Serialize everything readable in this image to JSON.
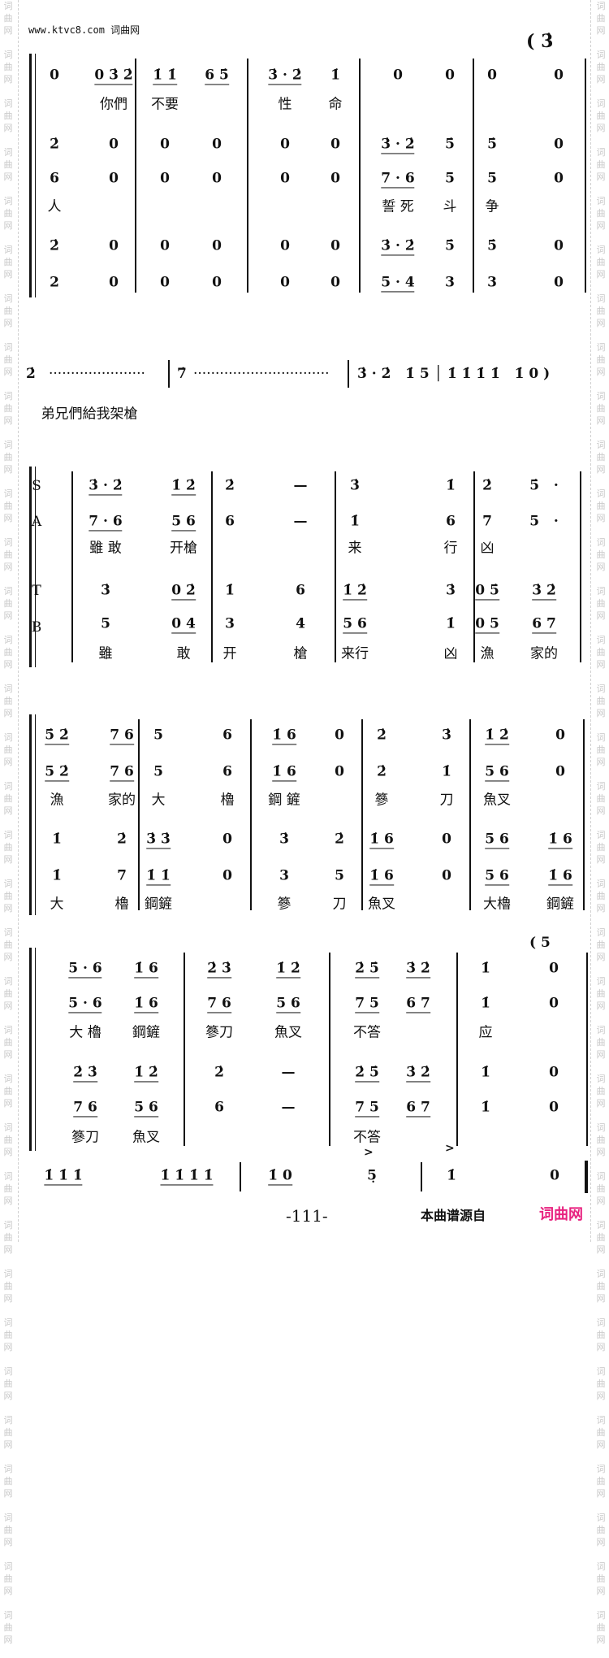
{
  "watermark": {
    "side_text": "词曲网",
    "site": "www.ktvc8.com 词曲网"
  },
  "system1": {
    "intro": "( 3̇",
    "rows": [
      [
        "0",
        "0 3̇ 2̇",
        "1̇ 1̇",
        "6 5̇",
        "3̇ · 2̇",
        "1̇",
        "0",
        "0",
        "0",
        "0"
      ],
      [
        "",
        "你們",
        "不要",
        "",
        "性",
        "命",
        "",
        "",
        "",
        ""
      ],
      [
        "2̇",
        "0",
        "0",
        "0",
        "0",
        "0",
        "3̇ · 2̇",
        "5̇",
        "5̇",
        "0"
      ],
      [
        "6",
        "0",
        "0",
        "0",
        "0",
        "0",
        "7 · 6",
        "5",
        "5",
        "0"
      ],
      [
        "人",
        "",
        "",
        "",
        "",
        "",
        "誓 死",
        "斗",
        "争",
        ""
      ],
      [
        "2̇",
        "0",
        "0",
        "0",
        "0",
        "0",
        "3̇ · 2̇",
        "5̇",
        "5̇",
        "0"
      ],
      [
        "2",
        "0",
        "0",
        "0",
        "0",
        "0",
        "5 · 4",
        "3",
        "3",
        "0"
      ]
    ]
  },
  "system2": {
    "note1": "2̇",
    "note2": "7̇",
    "dots1": "······················",
    "dots2": "·······························",
    "rest": "3̇ · 2̇   1̇ 5 │ 1̇ 1̇ 1̇ 1̇   1̇ 0 )",
    "lyric": "弟兄們給我架槍"
  },
  "system3": {
    "labels": [
      "S",
      "A",
      "T",
      "B"
    ],
    "rows": [
      [
        "3̇ · 2̇",
        "1̇ 2̇",
        "2̇",
        "—",
        "3̇",
        "1̇",
        "2̇",
        "5̇   ·"
      ],
      [
        "7 · 6",
        "5 6",
        "6",
        "—",
        "1̇",
        "6",
        "7",
        "5   ·"
      ],
      [
        "雖 敢",
        "开槍",
        "",
        "",
        "来",
        "行",
        "凶",
        ""
      ],
      [
        "3̇",
        "0 2̇",
        "1̇",
        "6",
        "1̇ 2̇",
        "3̇",
        "0 5̇",
        "3̇ 2̇"
      ],
      [
        "5",
        "0 4",
        "3",
        "4",
        "5 6",
        "1̇",
        "0 5",
        "6 7"
      ],
      [
        "雖",
        "敢",
        "开",
        "槍",
        "来行",
        "凶",
        "漁",
        "家的"
      ]
    ]
  },
  "system4": {
    "rows": [
      [
        "5̇ 2̇",
        "7 6",
        "5",
        "6",
        "1̇ 6",
        "0",
        "2̇",
        "3̇",
        "1̇ 2̇",
        "0"
      ],
      [
        "5 2̇",
        "7 6",
        "5",
        "6",
        "1̇ 6",
        "0",
        "2̇",
        "1̇",
        "5 6",
        "0"
      ],
      [
        "漁",
        "家的",
        "大",
        "櫓",
        "鋼 鏟",
        "",
        "篸",
        "刀",
        "魚叉",
        ""
      ],
      [
        "1̇",
        "2̇",
        "3̇ 3̇",
        "0",
        "3̇",
        "2̇",
        "1̇ 6",
        "0",
        "5 6",
        "1̇ 6"
      ],
      [
        "1̇",
        "7",
        "1̇ 1̇",
        "0",
        "3",
        "5",
        "1̇ 6",
        "0",
        "5 6",
        "1̇ 6"
      ],
      [
        "大",
        "櫓",
        "鋼鏟",
        "",
        "篸",
        "刀",
        "魚叉",
        "",
        "大櫓",
        "鋼鏟"
      ]
    ]
  },
  "system5": {
    "intro": "( 5",
    "rows": [
      [
        "5 · 6",
        "1̇ 6",
        "2̇ 3̇",
        "1̇ 2̇",
        "2̇ 5̇",
        "3̇ 2̇",
        "1̇",
        "0"
      ],
      [
        "5 · 6",
        "1̇ 6",
        "7 6",
        "5 6",
        "7 5",
        "6 7",
        "1̇",
        "0"
      ],
      [
        "大 櫓",
        "鋼鏟",
        "篸刀",
        "魚叉",
        "不答",
        "",
        "应",
        ""
      ],
      [
        "2̇ 3̇",
        "1̇ 2̇",
        "2̇",
        "—",
        "2̇ 5̇",
        "3̇ 2̇",
        "1̇",
        "0"
      ],
      [
        "7 6",
        "5 6",
        "6",
        "—",
        "7 5",
        "6 7",
        "1̇",
        "0"
      ],
      [
        "篸刀",
        "魚叉",
        "",
        "",
        "不答",
        "",
        "",
        ""
      ]
    ]
  },
  "system6": {
    "tokens": [
      "1̇ 1̇ 1̇",
      "1̇ 1̇ 1̇ 1̇",
      "1̇ 0",
      "5̣",
      "1̇",
      "0"
    ],
    "accent": ">"
  },
  "footer": {
    "page": "-111-",
    "source": "本曲谱源自",
    "brand": "词曲网",
    "brand_color": "#e8217f"
  }
}
